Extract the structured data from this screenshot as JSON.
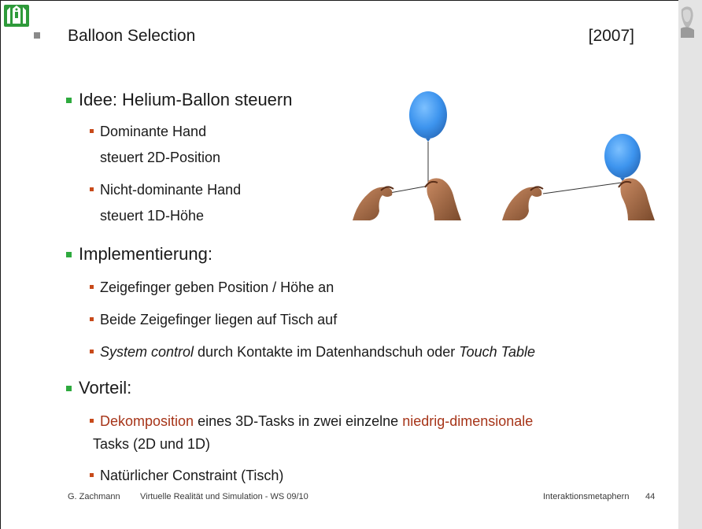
{
  "header": {
    "title": "Balloon Selection",
    "year": "[2007]"
  },
  "bullets": {
    "b1": "Idee: Helium-Ballon steuern",
    "b1_1_line1": "Dominante Hand",
    "b1_1_line2": "steuert 2D-Position",
    "b1_2_line1": "Nicht-dominante Hand",
    "b1_2_line2": "steuert 1D-Höhe",
    "b2": "Implementierung:",
    "b2_1": "Zeigefinger geben Position / Höhe an",
    "b2_2": "Beide Zeigefinger liegen auf Tisch auf",
    "b2_3_italic1": "System control",
    "b2_3_mid": " durch Kontakte im Datenhandschuh oder ",
    "b2_3_italic2": "Touch Table",
    "b3": "Vorteil:",
    "b3_1_red1": "Dekomposition",
    "b3_1_mid": " eines 3D-Tasks in zwei einzelne ",
    "b3_1_red2": "niedrig-dimensionale",
    "b3_1_line2": "Tasks (2D und 1D)",
    "b3_2": "Natürlicher Constraint (Tisch)"
  },
  "footer": {
    "author": "G. Zachmann",
    "course": "Virtuelle Realität und Simulation  - WS 09/10",
    "section": "Interaktionsmetaphern",
    "page": "44"
  },
  "colors": {
    "accent_red": "#a63418",
    "bullet_green": "#2eaa3e",
    "bullet_orange": "#c84a1a",
    "balloon_blue": "#3d94ee"
  },
  "icons": {
    "logo": "university-seal-icon",
    "portrait": "portrait-photo"
  }
}
